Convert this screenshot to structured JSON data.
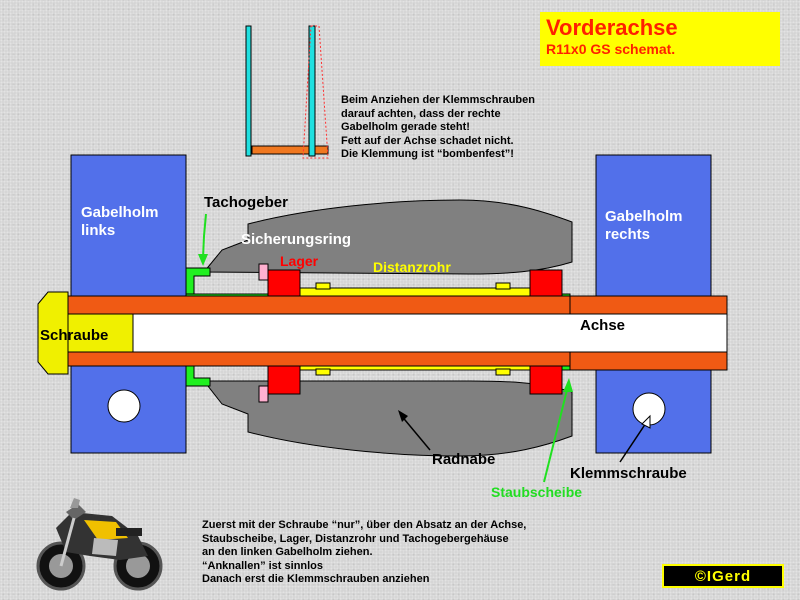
{
  "title": {
    "main": "Vorderachse",
    "sub": "R11x0 GS schemat."
  },
  "labels": {
    "gabelholm_links": [
      "Gabelholm",
      "links"
    ],
    "gabelholm_rechts": [
      "Gabelholm",
      "rechts"
    ],
    "tachogeber": "Tachogeber",
    "sicherungsring": "Sicherungsring",
    "lager": "Lager",
    "distanzrohr": "Distanzrohr",
    "schraube": "Schraube",
    "achse": "Achse",
    "radnabe": "Radnabe",
    "klemmschraube": "Klemmschraube",
    "staubscheibe": "Staubscheibe"
  },
  "note_top": "Beim Anziehen der Klemmschrauben\ndarauf achten, dass der rechte\nGabelholm gerade steht!\nFett auf der Achse schadet nicht.\nDie Klemmung ist “bombenfest”!",
  "note_bottom": "Zuerst mit der Schraube “nur”, über den Absatz an der Achse,\nStaubscheibe, Lager, Distanzrohr und Tachogebergehäuse\nan den linken Gabelholm ziehen.\n“Anknallen” ist sinnlos\nDanach erst die Klemmschrauben anziehen",
  "copyright": "©IGerd",
  "colors": {
    "fork": "#5270ea",
    "hub": "#808080",
    "axle": "#f05a14",
    "bolt": "#f0f000",
    "bearing": "#ff0000",
    "spacer": "#ffff00",
    "green": "#20f020",
    "lager_label": "#ff0000",
    "distanzrohr_label": "#ffff00",
    "staubscheibe_label": "#22dd22"
  }
}
